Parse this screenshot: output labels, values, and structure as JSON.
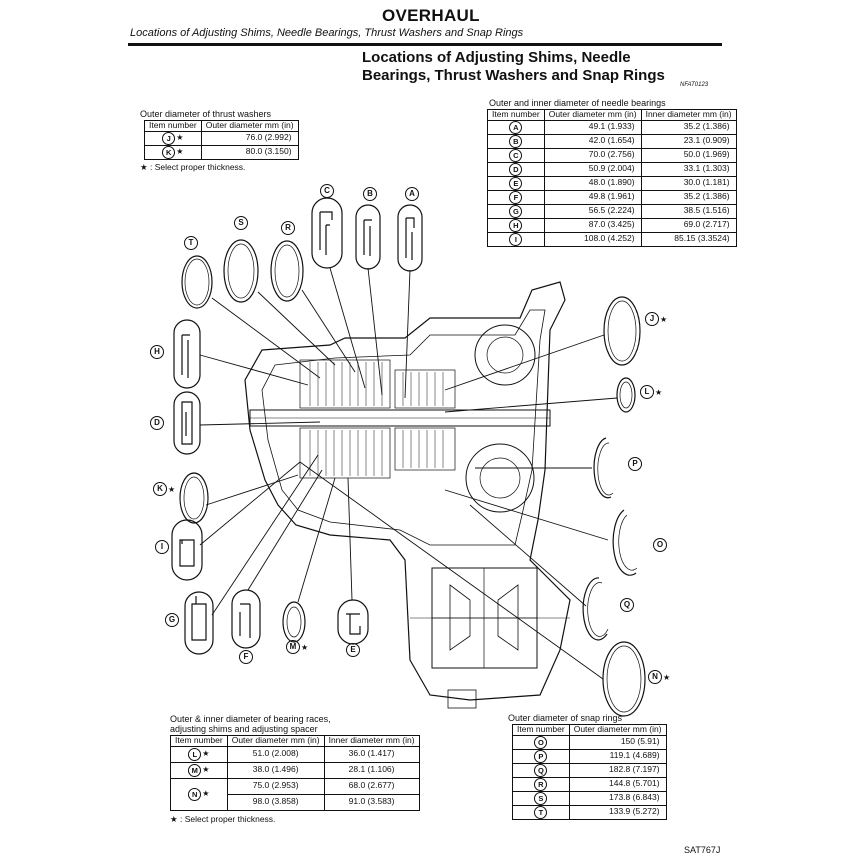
{
  "header": {
    "section": "OVERHAUL",
    "subtitle": "Locations of Adjusting Shims, Needle Bearings, Thrust Washers and Snap Rings",
    "title_line1": "Locations of Adjusting Shims, Needle",
    "title_line2": "Bearings, Thrust Washers and Snap Rings",
    "code": "NFAT0123"
  },
  "thrust_washers": {
    "caption": "Outer diameter of thrust washers",
    "col_item": "Item number",
    "col_outer": "Outer diameter mm (in)",
    "rows": [
      {
        "item": "J",
        "star": "★",
        "outer": "76.0 (2.992)"
      },
      {
        "item": "K",
        "star": "★",
        "outer": "80.0 (3.150)"
      }
    ],
    "note": "★ : Select proper thickness."
  },
  "needle_bearings": {
    "caption": "Outer and inner diameter of needle bearings",
    "col_item": "Item number",
    "col_outer": "Outer diameter mm (in)",
    "col_inner": "Inner diameter mm (in)",
    "rows": [
      {
        "item": "A",
        "outer": "49.1 (1.933)",
        "inner": "35.2 (1.386)"
      },
      {
        "item": "B",
        "outer": "42.0 (1.654)",
        "inner": "23.1 (0.909)"
      },
      {
        "item": "C",
        "outer": "70.0 (2.756)",
        "inner": "50.0 (1.969)"
      },
      {
        "item": "D",
        "outer": "50.9 (2.004)",
        "inner": "33.1 (1.303)"
      },
      {
        "item": "E",
        "outer": "48.0 (1.890)",
        "inner": "30.0 (1.181)"
      },
      {
        "item": "F",
        "outer": "49.8 (1.961)",
        "inner": "35.2 (1.386)"
      },
      {
        "item": "G",
        "outer": "56.5 (2.224)",
        "inner": "38.5 (1.516)"
      },
      {
        "item": "H",
        "outer": "87.0 (3.425)",
        "inner": "69.0 (2.717)"
      },
      {
        "item": "I",
        "outer": "108.0 (4.252)",
        "inner": "85.15 (3.3524)"
      }
    ]
  },
  "bearing_races": {
    "caption_line1": "Outer & inner diameter of bearing races,",
    "caption_line2": "adjusting shims and adjusting spacer",
    "col_item": "Item number",
    "col_outer": "Outer diameter mm (in)",
    "col_inner": "Inner diameter mm (in)",
    "rows": [
      {
        "item": "L",
        "star": "★",
        "outer": "51.0 (2.008)",
        "inner": "36.0 (1.417)"
      },
      {
        "item": "M",
        "star": "★",
        "outer": "38.0 (1.496)",
        "inner": "28.1 (1.106)"
      },
      {
        "item": "N",
        "star": "★",
        "outer": "75.0 (2.953)",
        "inner": "68.0 (2.677)"
      },
      {
        "item": "",
        "star": "",
        "outer": "98.0 (3.858)",
        "inner": "91.0 (3.583)"
      }
    ],
    "note": "★ : Select proper thickness."
  },
  "snap_rings": {
    "caption": "Outer diameter of snap rings",
    "col_item": "Item number",
    "col_outer": "Outer diameter mm (in)",
    "rows": [
      {
        "item": "O",
        "outer": "150 (5.91)"
      },
      {
        "item": "P",
        "outer": "119.1 (4.689)"
      },
      {
        "item": "Q",
        "outer": "182.8 (7.197)"
      },
      {
        "item": "R",
        "outer": "144.8 (5.701)"
      },
      {
        "item": "S",
        "outer": "173.8 (6.843)"
      },
      {
        "item": "T",
        "outer": "133.9 (5.272)"
      }
    ]
  },
  "diagram_labels": {
    "A": "A",
    "B": "B",
    "C": "C",
    "D": "D",
    "E": "E",
    "F": "F",
    "G": "G",
    "H": "H",
    "I": "I",
    "J": "J",
    "K": "K",
    "L": "L",
    "M": "M",
    "N": "N",
    "O": "O",
    "P": "P",
    "Q": "Q",
    "R": "R",
    "S": "S",
    "T": "T",
    "star": "★"
  },
  "figure_id": "SAT767J"
}
